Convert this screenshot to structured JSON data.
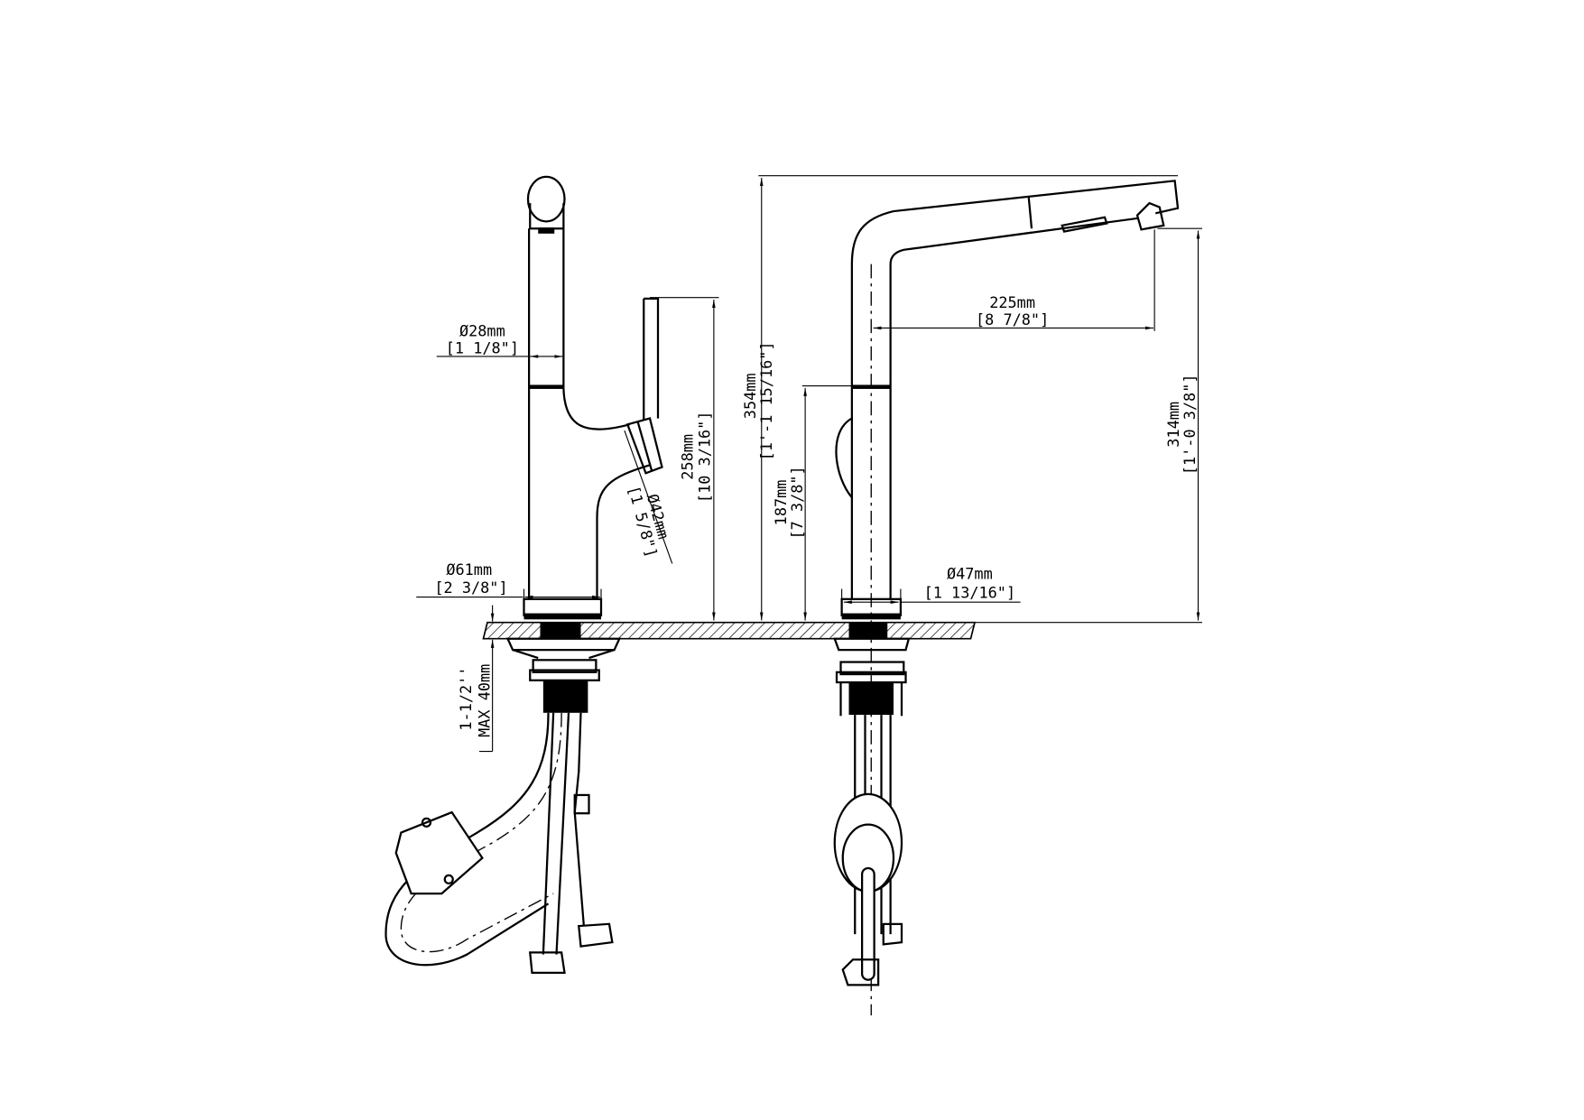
{
  "drawing": {
    "side_view": {
      "spout_diameter": {
        "mm": "Ø28mm",
        "in": "[1 1/8\"]"
      },
      "handle_height": {
        "mm": "258mm",
        "in": "[10 3/16\"]"
      },
      "handle_diameter": {
        "mm": "Ø42mm",
        "in": "[1 5/8\"]"
      },
      "base_diameter": {
        "mm": "Ø61mm",
        "in": "[2 3/8\"]"
      },
      "max_deck_thickness": {
        "mm": "MAX 40mm",
        "in": "1-1/2''"
      }
    },
    "front_view": {
      "overall_height": {
        "mm": "354mm",
        "in": "[1'-1 15/16\"]"
      },
      "handle_center_height": {
        "mm": "187mm",
        "in": "[7 3/8\"]"
      },
      "spout_reach": {
        "mm": "225mm",
        "in": "[8 7/8\"]"
      },
      "spout_clearance": {
        "mm": "314mm",
        "in": "[1'-0 3/8\"]"
      },
      "body_diameter": {
        "mm": "Ø47mm",
        "in": "[1 13/16\"]"
      }
    }
  }
}
